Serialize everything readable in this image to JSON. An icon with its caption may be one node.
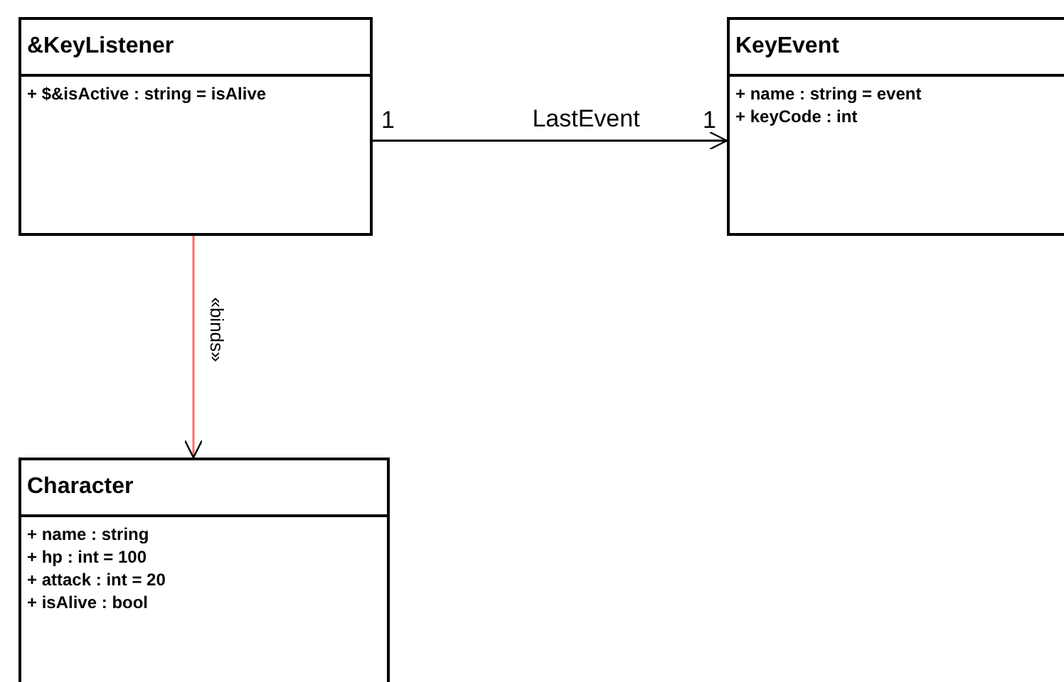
{
  "diagram": {
    "nodes": [
      {
        "text": [
          "&KeyListener",
          "+ $&isActive : string = isAlive"
        ]
      },
      {
        "text": [
          "KeyEvent",
          "+ name : string = event",
          "+ keyCode : int"
        ]
      },
      {
        "text": [
          "Character",
          "+ name : string",
          "+ hp : int = 100",
          "+ attack : int = 20",
          "+ isAlive : bool"
        ]
      }
    ],
    "edges": [
      {
        "from": 0,
        "to": 1,
        "arrow": "to",
        "label": "LastEvent"
      },
      {
        "from": 0,
        "to": 2,
        "arrow": "to",
        "label": "«binds»",
        "color": "#ff6b6b"
      }
    ],
    "labels": [
      "1",
      "1"
    ]
  }
}
